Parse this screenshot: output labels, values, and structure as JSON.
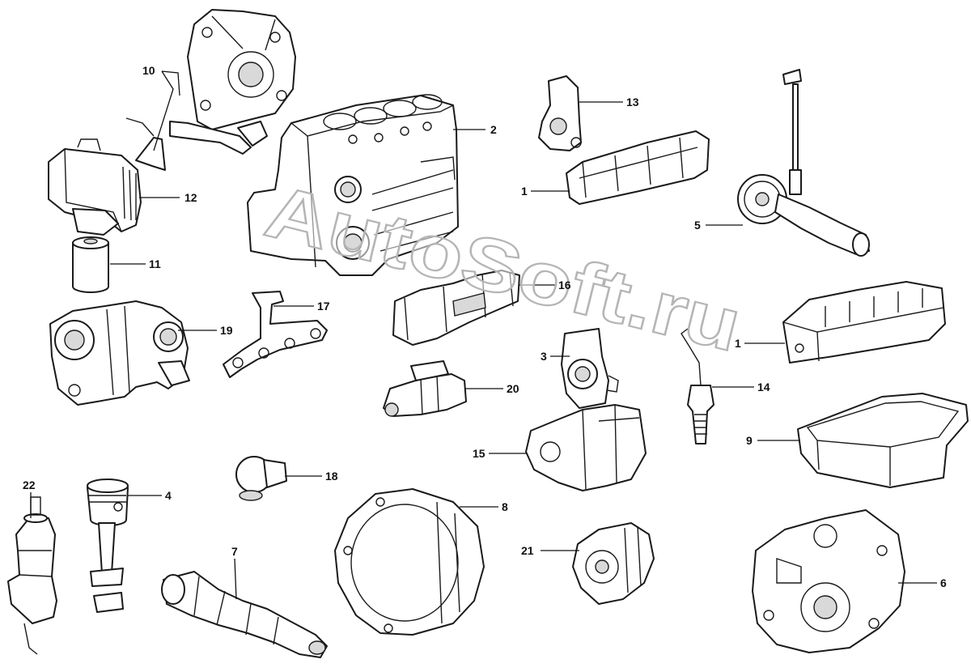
{
  "watermark": "AutoSoft.ru",
  "callouts": {
    "c1a": "1",
    "c1b": "1",
    "c2": "2",
    "c3": "3",
    "c4": "4",
    "c5": "5",
    "c6": "6",
    "c7": "7",
    "c8": "8",
    "c9": "9",
    "c10": "10",
    "c11": "11",
    "c12": "12",
    "c13": "13",
    "c14": "14",
    "c15": "15",
    "c16": "16",
    "c17": "17",
    "c18": "18",
    "c19": "19",
    "c20": "20",
    "c21": "21",
    "c22": "22"
  }
}
